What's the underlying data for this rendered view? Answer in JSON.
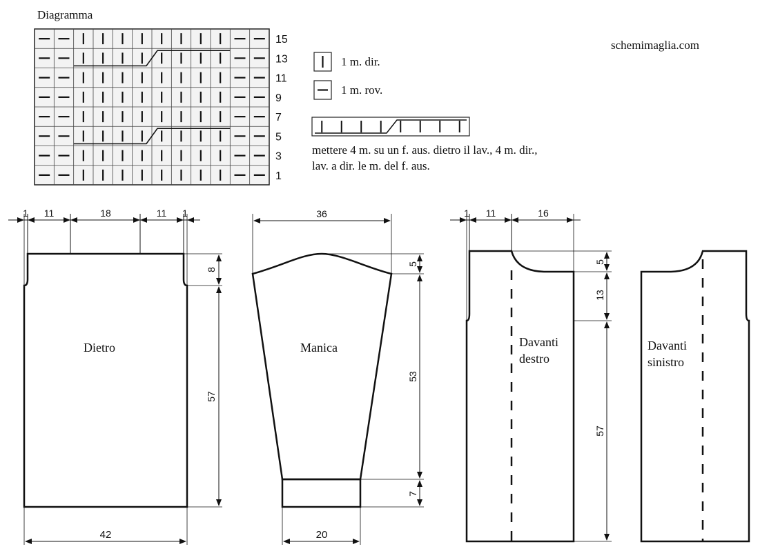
{
  "diagram_title": "Diagramma",
  "website": "schemimaglia.com",
  "row_numbers": [
    "15",
    "13",
    "11",
    "9",
    "7",
    "5",
    "3",
    "1"
  ],
  "legend": {
    "knit": "1 m. dir.",
    "purl": "1 m. rov.",
    "cable_line1": "mettere 4 m. su un f. aus. dietro il lav., 4 m. dir.,",
    "cable_line2": "lav. a dir. le m. del f. aus."
  },
  "pieces": {
    "back": {
      "label": "Dietro",
      "top_dims": [
        "1",
        "11",
        "18",
        "11",
        "1"
      ],
      "armhole_height": "8",
      "body_height": "57",
      "width": "42"
    },
    "sleeve": {
      "label": "Manica",
      "top_width": "36",
      "cap_height": "5",
      "length": "53",
      "cuff_height": "7",
      "cuff_width": "20"
    },
    "right_front": {
      "label_line1": "Davanti",
      "label_line2": "destro",
      "top_dims": [
        "1",
        "11",
        "16"
      ],
      "neck_depth": "5",
      "armhole_height": "13",
      "body_height": "57"
    },
    "left_front": {
      "label_line1": "Davanti",
      "label_line2": "sinistro"
    }
  }
}
